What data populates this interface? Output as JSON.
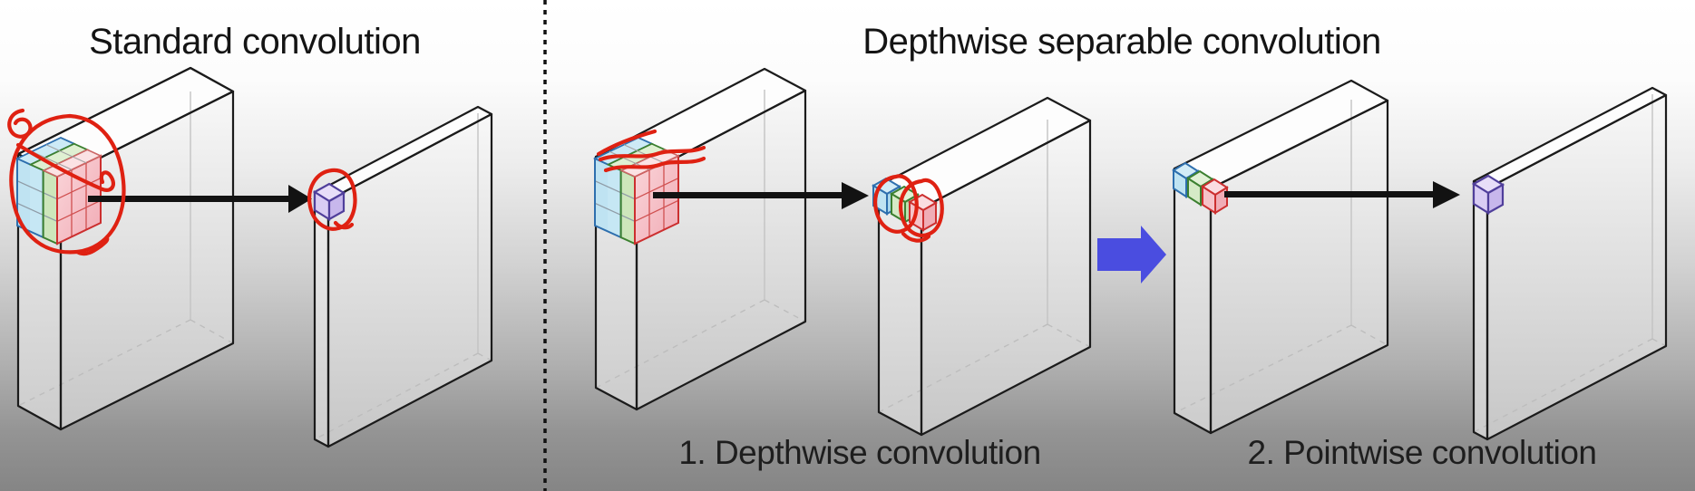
{
  "standard_section": {
    "title": "Standard convolution"
  },
  "separable_section": {
    "title": "Depthwise separable convolution",
    "step1_label": "1. Depthwise convolution",
    "step2_label": "2. Pointwise convolution"
  },
  "colors": {
    "annotation_red": "#df2112",
    "arrow_black": "#121212",
    "arrow_blue": "#4a4de0",
    "channel_cyan": "#bfe3f2",
    "channel_cyan_border": "#2e6fae",
    "channel_green": "#d5eac6",
    "channel_green_border": "#3c8030",
    "channel_pink": "#f6c3c9",
    "channel_pink_border": "#cc2f2f",
    "output_purple": "#d9cdf4",
    "output_purple_border": "#503f9b",
    "panel_edge": "#1b1b1b",
    "divider": "#111111",
    "title_text": "#141414",
    "label_text": "#1e1e1e",
    "background_top": "#ffffff",
    "background_bottom": "#858585"
  }
}
